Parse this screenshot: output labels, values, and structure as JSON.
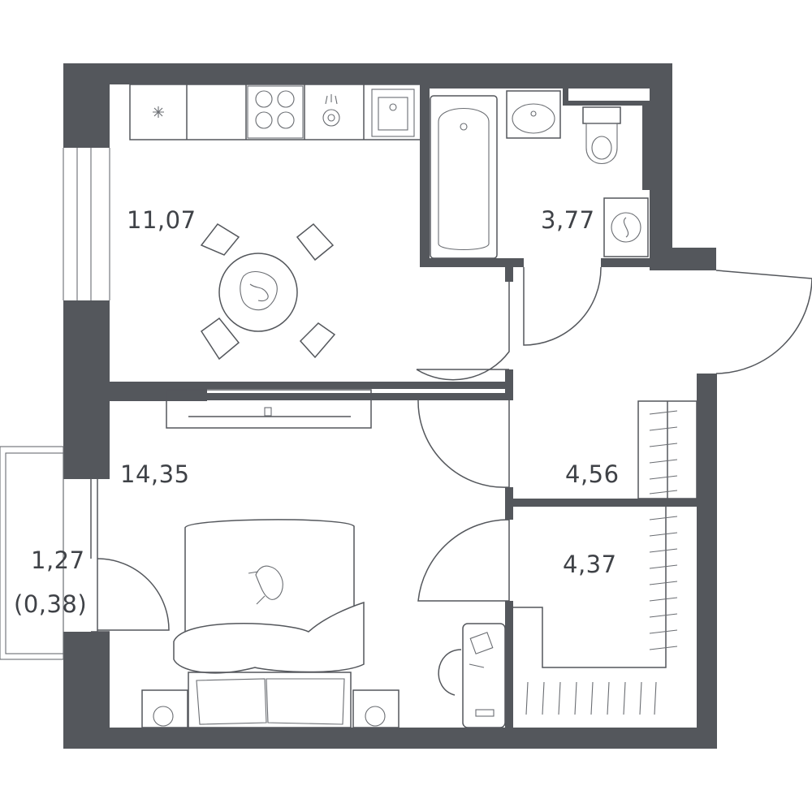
{
  "plan": {
    "wall_color": "#54575c",
    "background": "#ffffff",
    "rooms": [
      {
        "id": "kitchen",
        "area": "11,07"
      },
      {
        "id": "bathroom",
        "area": "3,77"
      },
      {
        "id": "living-room",
        "area": "14,35"
      },
      {
        "id": "hallway",
        "area": "4,56"
      },
      {
        "id": "wardrobe",
        "area": "4,37"
      },
      {
        "id": "balcony",
        "area": "1,27",
        "sub_area": "(0,38)"
      }
    ]
  }
}
